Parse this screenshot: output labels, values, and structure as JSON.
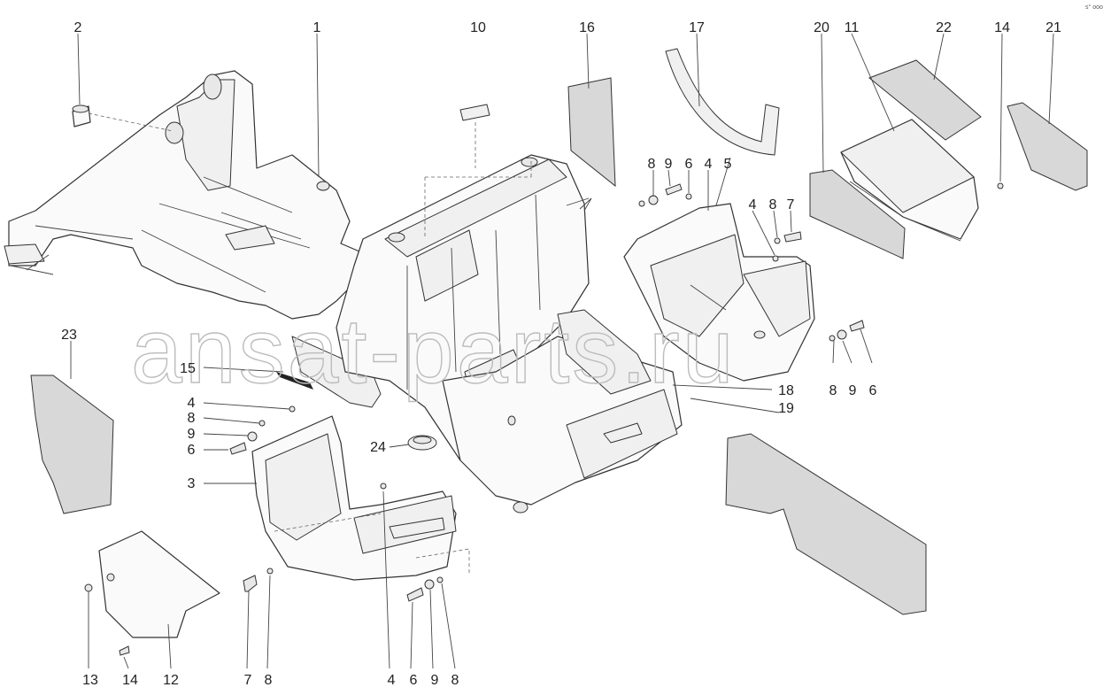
{
  "watermark": "ansat-parts.ru",
  "corner_code": "s° ooo",
  "callouts": [
    {
      "id": "c1",
      "text": "1"
    },
    {
      "id": "c2",
      "text": "2"
    },
    {
      "id": "c10",
      "text": "10"
    },
    {
      "id": "c16",
      "text": "16"
    },
    {
      "id": "c17",
      "text": "17"
    },
    {
      "id": "c20",
      "text": "20"
    },
    {
      "id": "c11",
      "text": "11"
    },
    {
      "id": "c22",
      "text": "22"
    },
    {
      "id": "c14a",
      "text": "14"
    },
    {
      "id": "c21",
      "text": "21"
    },
    {
      "id": "c8a",
      "text": "8"
    },
    {
      "id": "c9a",
      "text": "9"
    },
    {
      "id": "c6a",
      "text": "6"
    },
    {
      "id": "c4a",
      "text": "4"
    },
    {
      "id": "c5",
      "text": "5"
    },
    {
      "id": "c4b",
      "text": "4"
    },
    {
      "id": "c8b",
      "text": "8"
    },
    {
      "id": "c7a",
      "text": "7"
    },
    {
      "id": "c23",
      "text": "23"
    },
    {
      "id": "c15",
      "text": "15"
    },
    {
      "id": "c4c",
      "text": "4"
    },
    {
      "id": "c8c",
      "text": "8"
    },
    {
      "id": "c9b",
      "text": "9"
    },
    {
      "id": "c6b",
      "text": "6"
    },
    {
      "id": "c24",
      "text": "24"
    },
    {
      "id": "c3",
      "text": "3"
    },
    {
      "id": "c18",
      "text": "18"
    },
    {
      "id": "c19",
      "text": "19"
    },
    {
      "id": "c8d",
      "text": "8"
    },
    {
      "id": "c9c",
      "text": "9"
    },
    {
      "id": "c6c",
      "text": "6"
    },
    {
      "id": "c13",
      "text": "13"
    },
    {
      "id": "c14b",
      "text": "14"
    },
    {
      "id": "c12",
      "text": "12"
    },
    {
      "id": "c7b",
      "text": "7"
    },
    {
      "id": "c8e",
      "text": "8"
    },
    {
      "id": "c4d",
      "text": "4"
    },
    {
      "id": "c6d",
      "text": "6"
    },
    {
      "id": "c9d",
      "text": "9"
    },
    {
      "id": "c8f",
      "text": "8"
    }
  ]
}
